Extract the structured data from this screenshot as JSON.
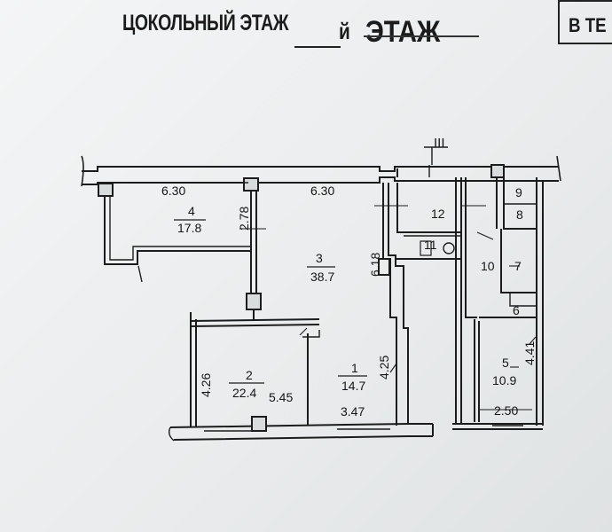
{
  "header": {
    "title": "ЦОКОЛЬНЫЙ ЭТАЖ",
    "suffix": "й",
    "struck_text": "ЭТАЖ",
    "stamp_text": "В ТЕ"
  },
  "plan": {
    "entrance_mark": "III",
    "dimensions": {
      "d_630_left": "6.30",
      "d_630_right": "6.30",
      "d_278": "2.78",
      "d_618": "6.18",
      "d_426": "4.26",
      "d_545": "5.45",
      "d_425": "4.25",
      "d_347": "3.47",
      "d_441": "4.41",
      "d_250": "2.50"
    },
    "rooms": {
      "r4": {
        "number": "4",
        "area": "17.8"
      },
      "r3": {
        "number": "3",
        "area": "38.7"
      },
      "r2": {
        "number": "2",
        "area": "22.4"
      },
      "r1": {
        "number": "1",
        "area": "14.7"
      },
      "r12": {
        "number": "12"
      },
      "r11": {
        "number": "11"
      },
      "r10": {
        "number": "10"
      },
      "r7": {
        "number": "7"
      },
      "r9": {
        "number": "9"
      },
      "r8": {
        "number": "8"
      },
      "r6": {
        "number": "6"
      },
      "r5": {
        "number": "5",
        "area": "10.9"
      }
    }
  }
}
